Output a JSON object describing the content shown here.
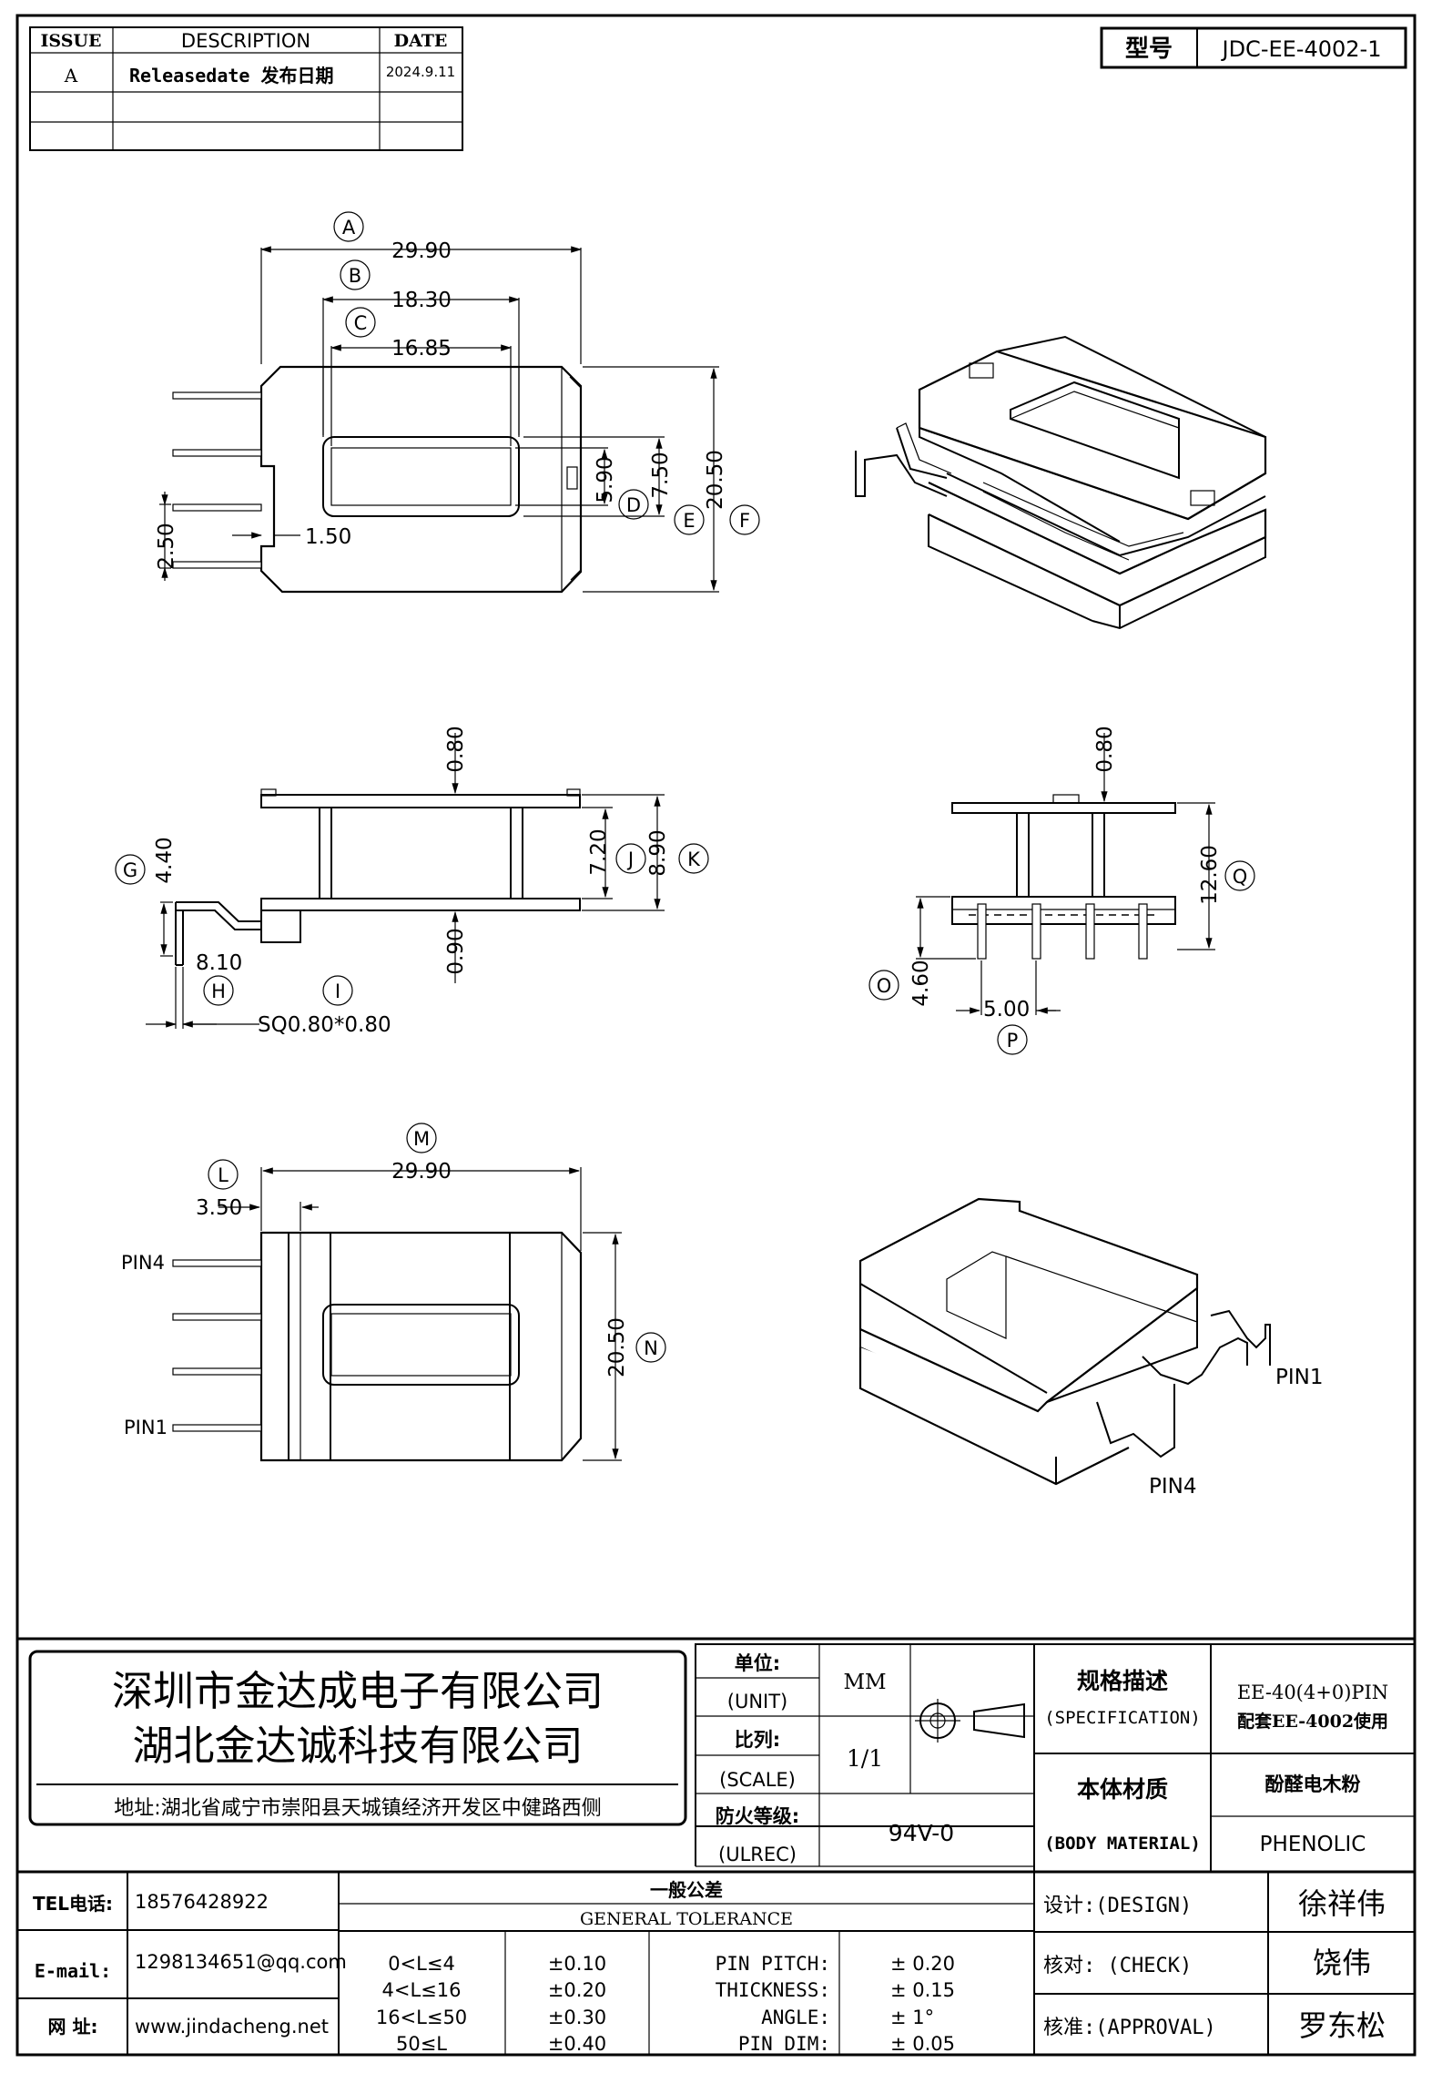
{
  "revision_table": {
    "headers": {
      "issue": "ISSUE",
      "description": "DESCRIPTION",
      "date": "DATE"
    },
    "rows": [
      {
        "issue": "A",
        "description": "Releasedate 发布日期",
        "date": "2024.9.11"
      }
    ]
  },
  "model": {
    "label": "型号",
    "value": "JDC-EE-4002-1"
  },
  "views": {
    "top": {
      "dims": {
        "a": "29.90",
        "b": "18.30",
        "c": "16.85",
        "d": "5.90",
        "e": "7.50",
        "f": "20.50",
        "pitch": "2.50",
        "offset": "1.50"
      },
      "markers": {
        "a": "A",
        "b": "B",
        "c": "C",
        "d": "D",
        "e": "E",
        "f": "F"
      }
    },
    "side": {
      "dims": {
        "top": "0.80",
        "g": "4.40",
        "j": "7.20",
        "k": "8.90",
        "bottom": "0.90",
        "h": "8.10",
        "i": "SQ0.80*0.80"
      },
      "markers": {
        "g": "G",
        "h": "H",
        "i": "I",
        "j": "J",
        "k": "K"
      }
    },
    "front": {
      "dims": {
        "top": "0.80",
        "q": "12.60",
        "o": "4.60",
        "p": "5.00"
      },
      "markers": {
        "o": "O",
        "p": "P",
        "q": "Q"
      }
    },
    "bottom": {
      "dims": {
        "l": "3.50",
        "m": "29.90",
        "n": "20.50"
      },
      "markers": {
        "l": "L",
        "m": "M",
        "n": "N"
      },
      "pins": {
        "pin4": "PIN4",
        "pin1": "PIN1"
      }
    },
    "iso_bottom": {
      "pin1": "PIN1",
      "pin4": "PIN4"
    }
  },
  "title_block": {
    "company": {
      "line1": "深圳市金达成电子有限公司",
      "line2": "湖北金达诚科技有限公司",
      "address": "地址:湖北省咸宁市崇阳县天城镇经济开发区中健路西侧"
    },
    "unit": {
      "label_cn": "单位:",
      "label_en": "(UNIT)",
      "value": "MM"
    },
    "scale": {
      "label_cn": "比列:",
      "label_en": "(SCALE)",
      "value": "1/1"
    },
    "fire": {
      "label_cn": "防火等级:",
      "label_en": "(ULREC)",
      "value": "94V-0"
    },
    "spec": {
      "label_cn": "规格描述",
      "label_en": "(SPECIFICATION)",
      "value1": "EE-40(4+0)PIN",
      "value2": "配套EE-4002使用"
    },
    "material": {
      "label_cn": "本体材质",
      "label_en": "(BODY MATERIAL)",
      "value1": "酚醛电木粉",
      "value2": "PHENOLIC"
    },
    "contact": {
      "tel_label": "TEL电话:",
      "tel": "18576428922",
      "email_label": "E-mail:",
      "email": "1298134651@qq.com",
      "web_label": "网 址:",
      "web": "www.jindacheng.net"
    },
    "tolerance": {
      "title_cn": "一般公差",
      "title_en": "GENERAL TOLERANCE",
      "ranges": [
        {
          "range": "0<L≤4",
          "tol": "±0.10"
        },
        {
          "range": "4<L≤16",
          "tol": "±0.20"
        },
        {
          "range": "16<L≤50",
          "tol": "±0.30"
        },
        {
          "range": "50≤L",
          "tol": "±0.40"
        }
      ],
      "items": [
        {
          "name": "PIN PITCH:",
          "value": "±  0.20"
        },
        {
          "name": "THICKNESS:",
          "value": "±  0.15"
        },
        {
          "name": "ANGLE:",
          "value": "±  1°"
        },
        {
          "name": "PIN DIM:",
          "value": "±  0.05"
        }
      ]
    },
    "approval": {
      "design_label": "设计:(DESIGN)",
      "design": "徐祥伟",
      "check_label": "核对: (CHECK)",
      "check": "饶伟",
      "approval_label": "核准:(APPROVAL)",
      "approval": "罗东松"
    }
  }
}
